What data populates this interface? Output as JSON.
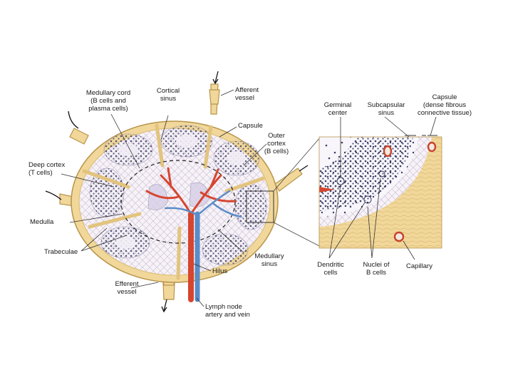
{
  "labels": {
    "medullary_cord": "Medullary cord\n(B cells and\nplasma cells)",
    "cortical_sinus": "Cortical\nsinus",
    "afferent_vessel": "Afferent\nvessel",
    "capsule": "Capsule",
    "outer_cortex": "Outer\ncortex\n(B cells)",
    "deep_cortex": "Deep cortex\n(T cells)",
    "medulla": "Medulla",
    "trabeculae": "Trabeculae",
    "efferent_vessel": "Efferent\nvessel",
    "hilus": "Hilus",
    "medullary_sinus": "Medullary\nsinus",
    "lymph_node_artery_vein": "Lymph node\nartery and vein",
    "germinal_center": "Germinal\ncenter",
    "subcapsular_sinus": "Subcapsular\nsinus",
    "capsule_detail": "Capsule\n(dense fibrous\nconnective tissue)",
    "dendritic_cells": "Dendritic\ncells",
    "nuclei_b_cells": "Nuclei of\nB cells",
    "capillary": "Capillary"
  },
  "colors": {
    "capsule": "#f1d79a",
    "capsule_edge": "#b8944a",
    "sinus": "#f6f0f6",
    "follicle": "#d7cfe6",
    "cell_dot": "#3a3f64",
    "artery": "#d6452f",
    "vein": "#5a8cc8"
  }
}
